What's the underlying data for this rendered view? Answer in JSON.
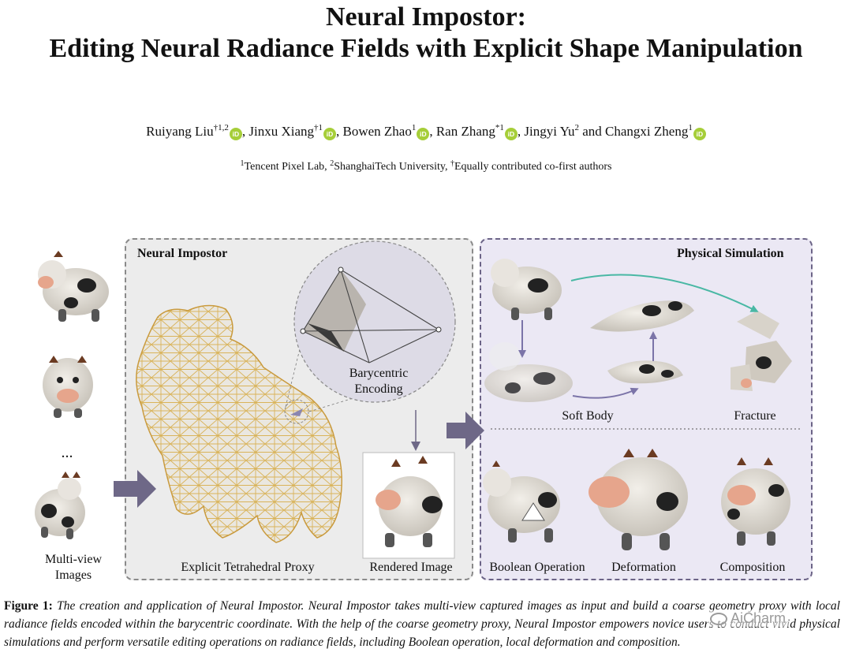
{
  "title": {
    "line1": "Neural Impostor:",
    "line2": "Editing Neural Radiance Fields with Explicit Shape Manipulation"
  },
  "authors": [
    {
      "name": "Ruiyang Liu",
      "sup": "†1,2"
    },
    {
      "name": "Jinxu Xiang",
      "sup": "†1"
    },
    {
      "name": "Bowen Zhao",
      "sup": "1"
    },
    {
      "name": "Ran Zhang",
      "sup": "*1"
    },
    {
      "name": "Jingyi Yu",
      "sup": "2"
    },
    {
      "name": "Changxi Zheng",
      "sup": "1"
    }
  ],
  "author_connector": "and",
  "orcid_label": "iD",
  "affiliations": {
    "a1_sup": "1",
    "a1": "Tencent Pixel Lab, ",
    "a2_sup": "2",
    "a2": "ShanghaiTech University, ",
    "a3_sup": "†",
    "a3": "Equally contributed co-first authors"
  },
  "figure": {
    "input_ellipsis": "...",
    "input_label_line1": "Multi-view",
    "input_label_line2": "Images",
    "panel_neural_impostor": "Neural Impostor",
    "barycentric_line1": "Barycentric",
    "barycentric_line2": "Encoding",
    "proxy_label": "Explicit Tetrahedral Proxy",
    "rendered_label": "Rendered Image",
    "panel_physical_simulation": "Physical Simulation",
    "soft_body_label": "Soft Body",
    "fracture_label": "Fracture",
    "boolean_label": "Boolean Operation",
    "deformation_label": "Deformation",
    "composition_label": "Composition"
  },
  "caption": {
    "label": "Figure 1:",
    "text": "The creation and application of Neural Impostor. Neural Impostor takes multi-view captured images as input and build a coarse geometry proxy with local radiance fields encoded within the barycentric coordinate. With the help of the coarse geometry proxy, Neural Impostor empowers novice users to conduct vivid physical simulations and perform versatile editing operations on radiance fields, including Boolean operation, local deformation and composition."
  },
  "watermark": "AiCharm",
  "colors": {
    "orcid": "#a6ce39",
    "mesh": "#d9b35a",
    "arrow": "#6e6887",
    "teal_arrow": "#49b8a4",
    "purple_arrow": "#7b74a8"
  }
}
